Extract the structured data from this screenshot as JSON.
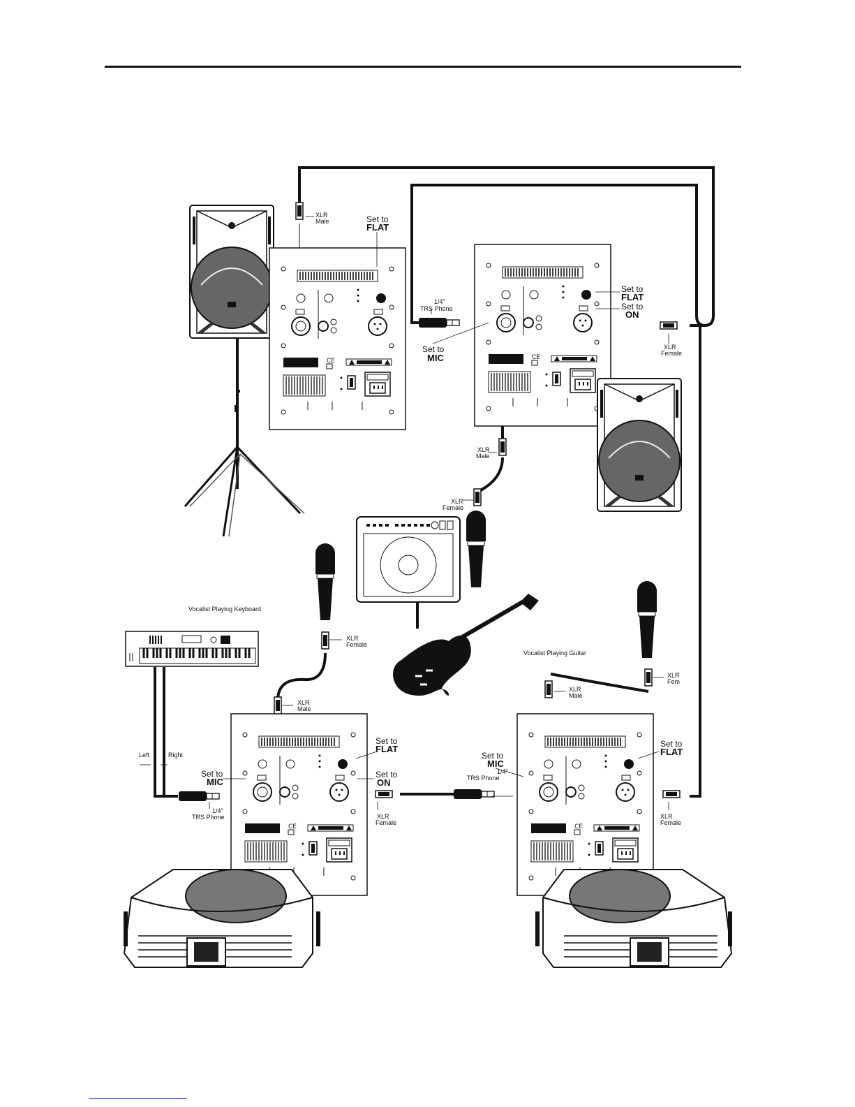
{
  "captions": {
    "keyboard": "Vocalist Playing Keyboard",
    "guitar": "Vocalist Playing Guitar"
  },
  "labels": {
    "xlr": "XLR",
    "male": "Male",
    "female": "Female",
    "fem": "Fem",
    "set_to": "Set to",
    "flat": "FLAT",
    "mic": "MIC",
    "on": "ON",
    "quarter_inch": "1/4\"",
    "trs_phone": "TRS Phone",
    "left": "Left",
    "right": "Right"
  },
  "colors": {
    "ink": "#111111",
    "paper": "#ffffff"
  }
}
